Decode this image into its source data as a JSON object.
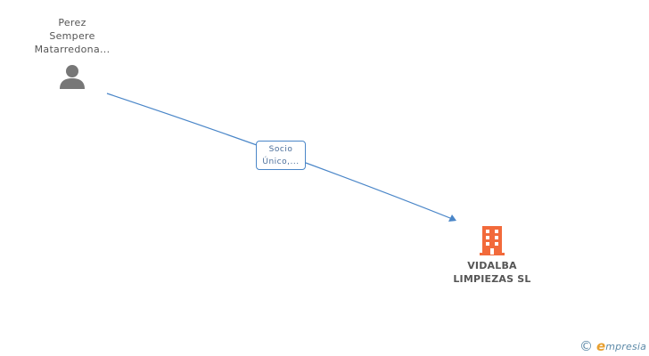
{
  "diagram": {
    "person": {
      "name_lines": [
        "Perez",
        "Sempere",
        "Matarredona..."
      ],
      "icon": "person-icon"
    },
    "edge": {
      "label_lines": [
        "Socio",
        "Único,..."
      ],
      "color": "#4a86c8"
    },
    "company": {
      "name_lines": [
        "VIDALBA",
        "LIMPIEZAS SL"
      ],
      "icon": "building-icon",
      "color": "#f26a3b"
    }
  },
  "footer": {
    "copyright": "©",
    "brand_initial": "e",
    "brand_rest": "mpresia"
  }
}
